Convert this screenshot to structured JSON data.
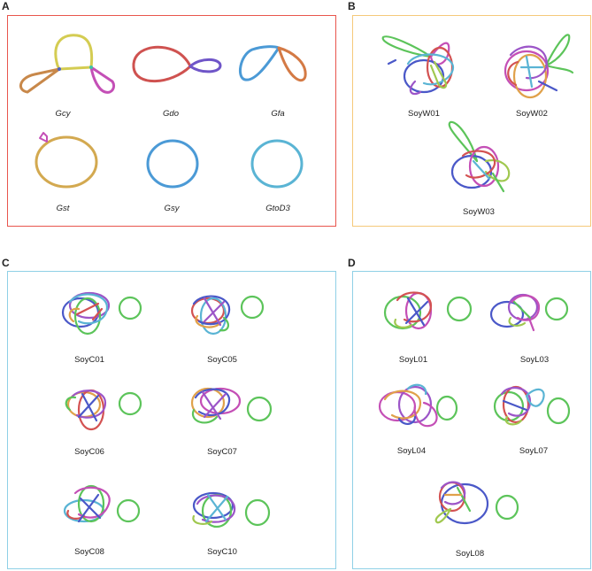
{
  "colors": {
    "panel_a_border": "#e8554d",
    "panel_b_border": "#f5c97a",
    "panel_c_border": "#8fd0e6",
    "panel_d_border": "#8fd0e6"
  },
  "panels": [
    {
      "label": "A",
      "names": [
        "Gcy",
        "Gdo",
        "Gfa",
        "Gst",
        "Gsy",
        "GtoD3"
      ]
    },
    {
      "label": "B",
      "names": [
        "SoyW01",
        "SoyW02",
        "SoyW03"
      ]
    },
    {
      "label": "C",
      "names": [
        "SoyC01",
        "SoyC05",
        "SoyC06",
        "SoyC07",
        "SoyC08",
        "SoyC10"
      ]
    },
    {
      "label": "D",
      "names": [
        "SoyL01",
        "SoyL03",
        "SoyL04",
        "SoyL07",
        "SoyL08"
      ]
    }
  ]
}
